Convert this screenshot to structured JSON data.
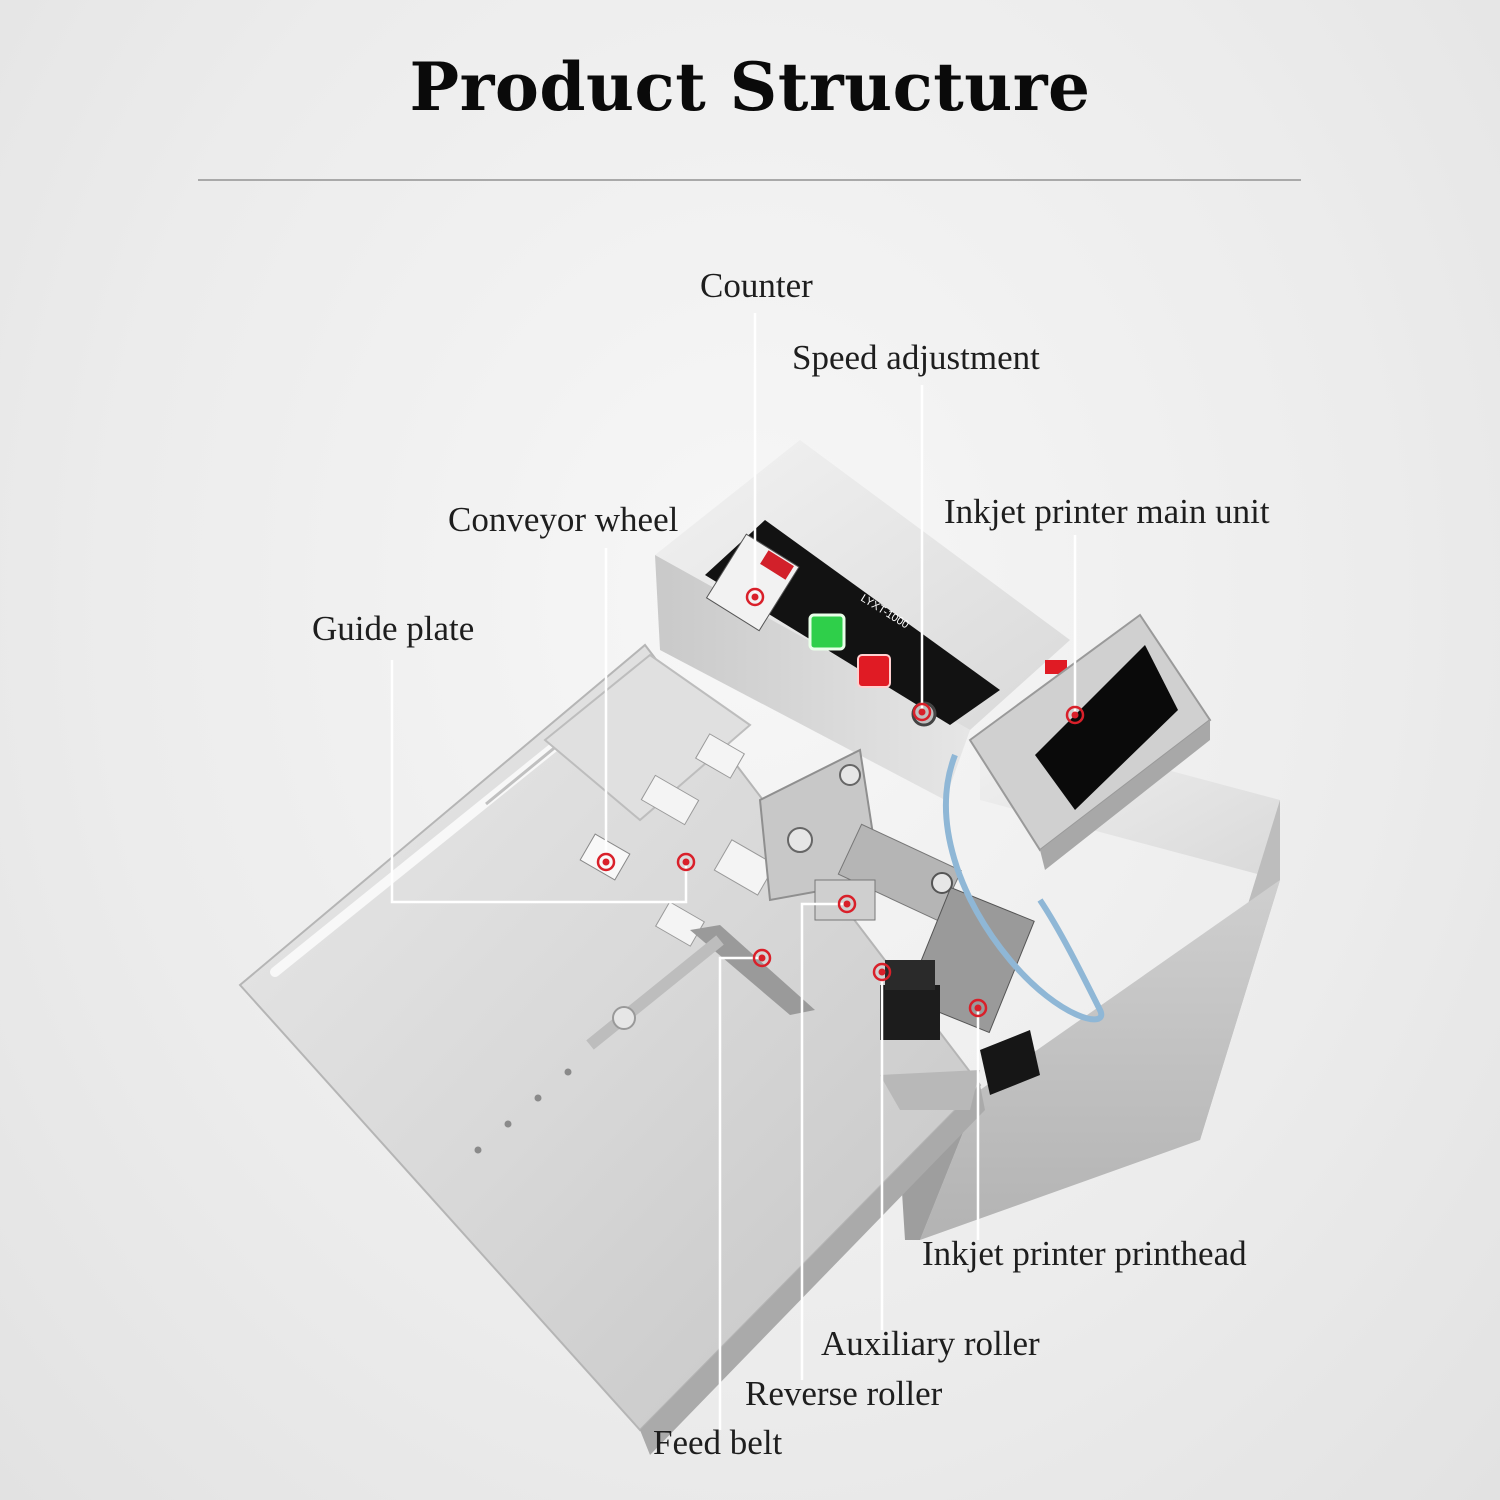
{
  "header": {
    "title": "Product Structure"
  },
  "machine": {
    "model_label": "LYXT-1000"
  },
  "colors": {
    "callout_marker": "#d9202a",
    "start_button": "#2fcf4a",
    "stop_button": "#e01b24",
    "leader_line": "#ffffff",
    "steel": "#d4d4d4"
  },
  "callouts": [
    {
      "id": "counter",
      "label": "Counter"
    },
    {
      "id": "speed-adjustment",
      "label": "Speed adjustment"
    },
    {
      "id": "conveyor-wheel",
      "label": "Conveyor wheel"
    },
    {
      "id": "inkjet-printer-main-unit",
      "label": "Inkjet printer main unit"
    },
    {
      "id": "guide-plate",
      "label": "Guide plate"
    },
    {
      "id": "inkjet-printer-printhead",
      "label": "Inkjet printer printhead"
    },
    {
      "id": "auxiliary-roller",
      "label": "Auxiliary roller"
    },
    {
      "id": "reverse-roller",
      "label": "Reverse roller"
    },
    {
      "id": "feed-belt",
      "label": "Feed belt"
    }
  ]
}
